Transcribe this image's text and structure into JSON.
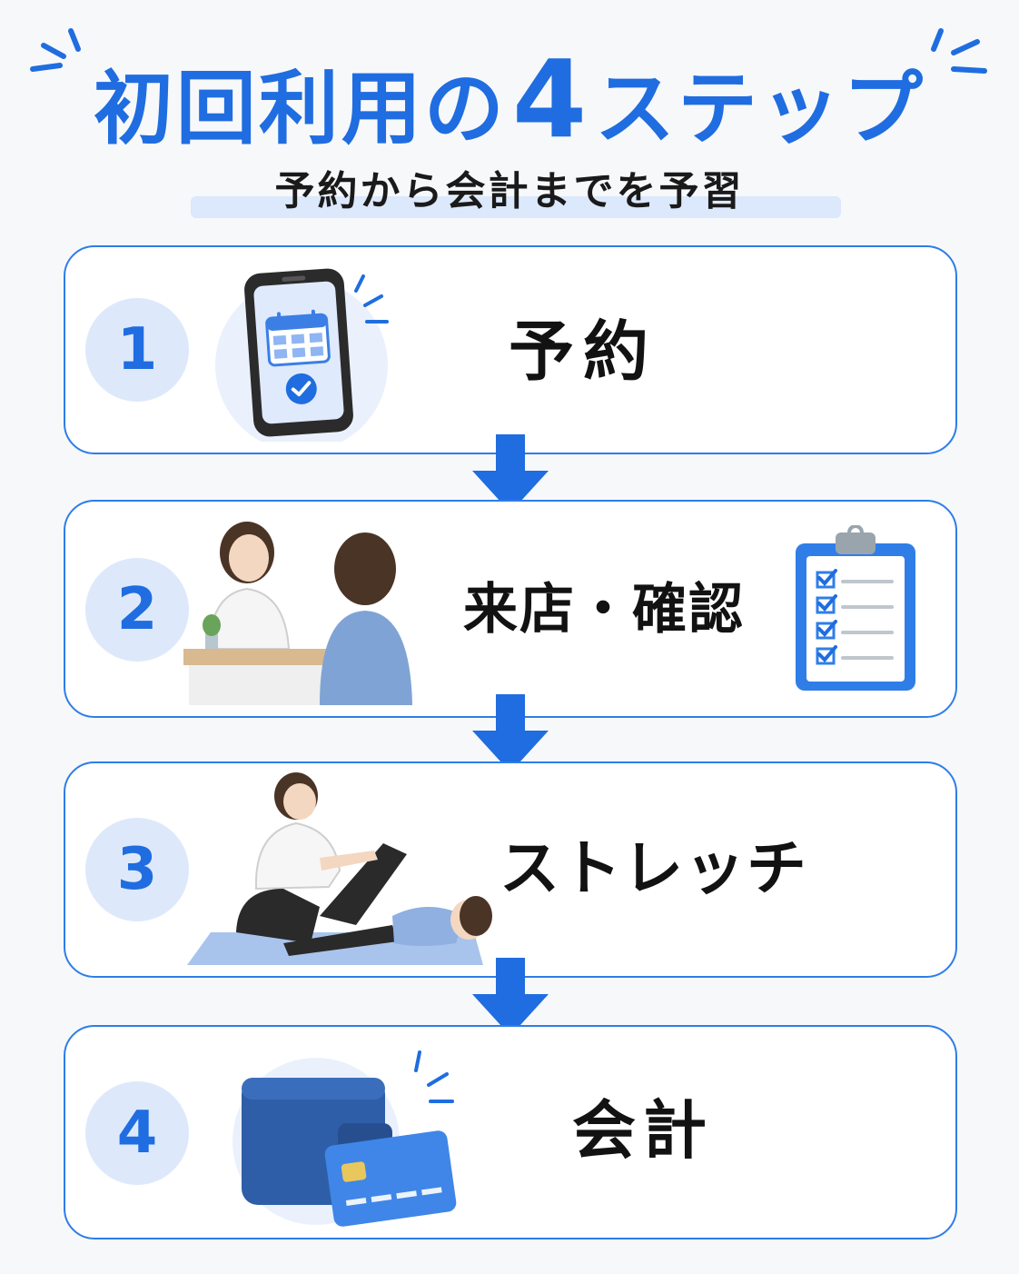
{
  "title": {
    "prefix": "初回利用の",
    "number": "4",
    "suffix": "ステップ"
  },
  "subtitle": "予約から会計までを予習",
  "colors": {
    "accent": "#1f6de0",
    "circle_bg": "#dde9fb",
    "border": "#2d7de8"
  },
  "steps": [
    {
      "number": "1",
      "label": "予約",
      "icon": "smartphone-calendar-check-icon"
    },
    {
      "number": "2",
      "label": "来店・確認",
      "icon": "reception-clipboard-icon"
    },
    {
      "number": "3",
      "label": "ストレッチ",
      "icon": "assisted-stretch-icon"
    },
    {
      "number": "4",
      "label": "会計",
      "icon": "wallet-credit-card-icon"
    }
  ]
}
